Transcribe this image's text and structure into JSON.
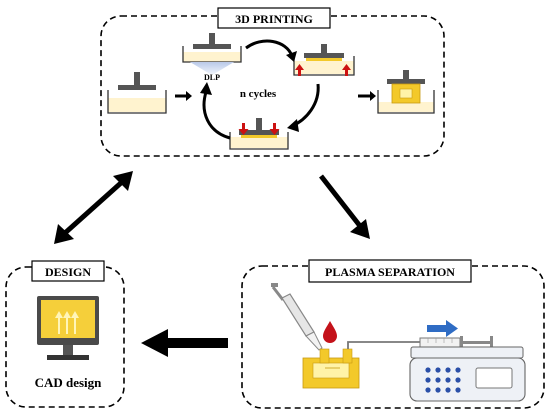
{
  "panels": {
    "printing": {
      "title": "3D PRINTING",
      "dlp_label": "DLP",
      "cycles_label": "n cycles"
    },
    "design": {
      "title": "DESIGN",
      "caption": "CAD design"
    },
    "plasma": {
      "title": "PLASMA SEPARATION"
    }
  },
  "colors": {
    "resin": "#fff3cf",
    "printed_part": "#f3c92a",
    "part_cavity": "#fff3a8",
    "platform": "#555555",
    "light": "#d7e2f4",
    "up_arrow": "#cc1111",
    "blood_drop": "#c4121a",
    "monitor_screen": "#f5cf3a",
    "flow_arrow": "#2f6cc4",
    "device_buttons": "#2a4fa8",
    "device_display": "#e9edf7",
    "pipette": "#888888"
  }
}
